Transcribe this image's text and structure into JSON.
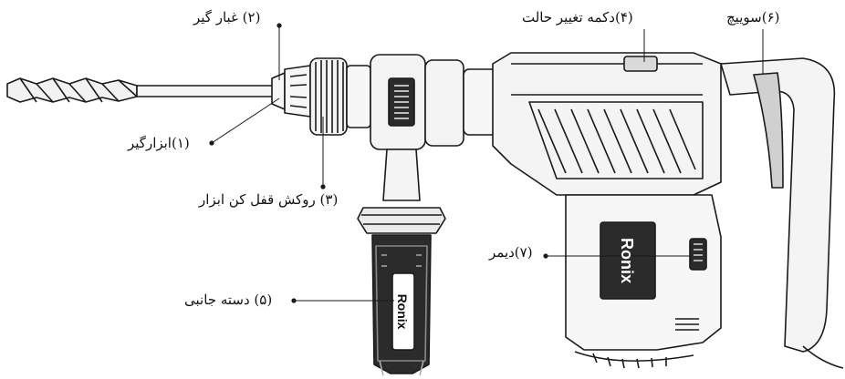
{
  "labels": {
    "dust_cover": "(۲) غبار گیر",
    "tool_holder": "(۱)ابزارگیر",
    "lock_sleeve": "(۳) روکش قفل کن ابزار",
    "mode_button": "(۴)دکمه تغییر حالت",
    "side_handle": "(۵) دسته جانبی",
    "switch": "(۶)سوییچ",
    "dimmer": "(۷)دیمر"
  },
  "brand": "Ronix",
  "colors": {
    "line": "#1a1a1a",
    "fill_light": "#f4f4f4",
    "fill_dark": "#2b2b2b",
    "background": "#ffffff"
  }
}
